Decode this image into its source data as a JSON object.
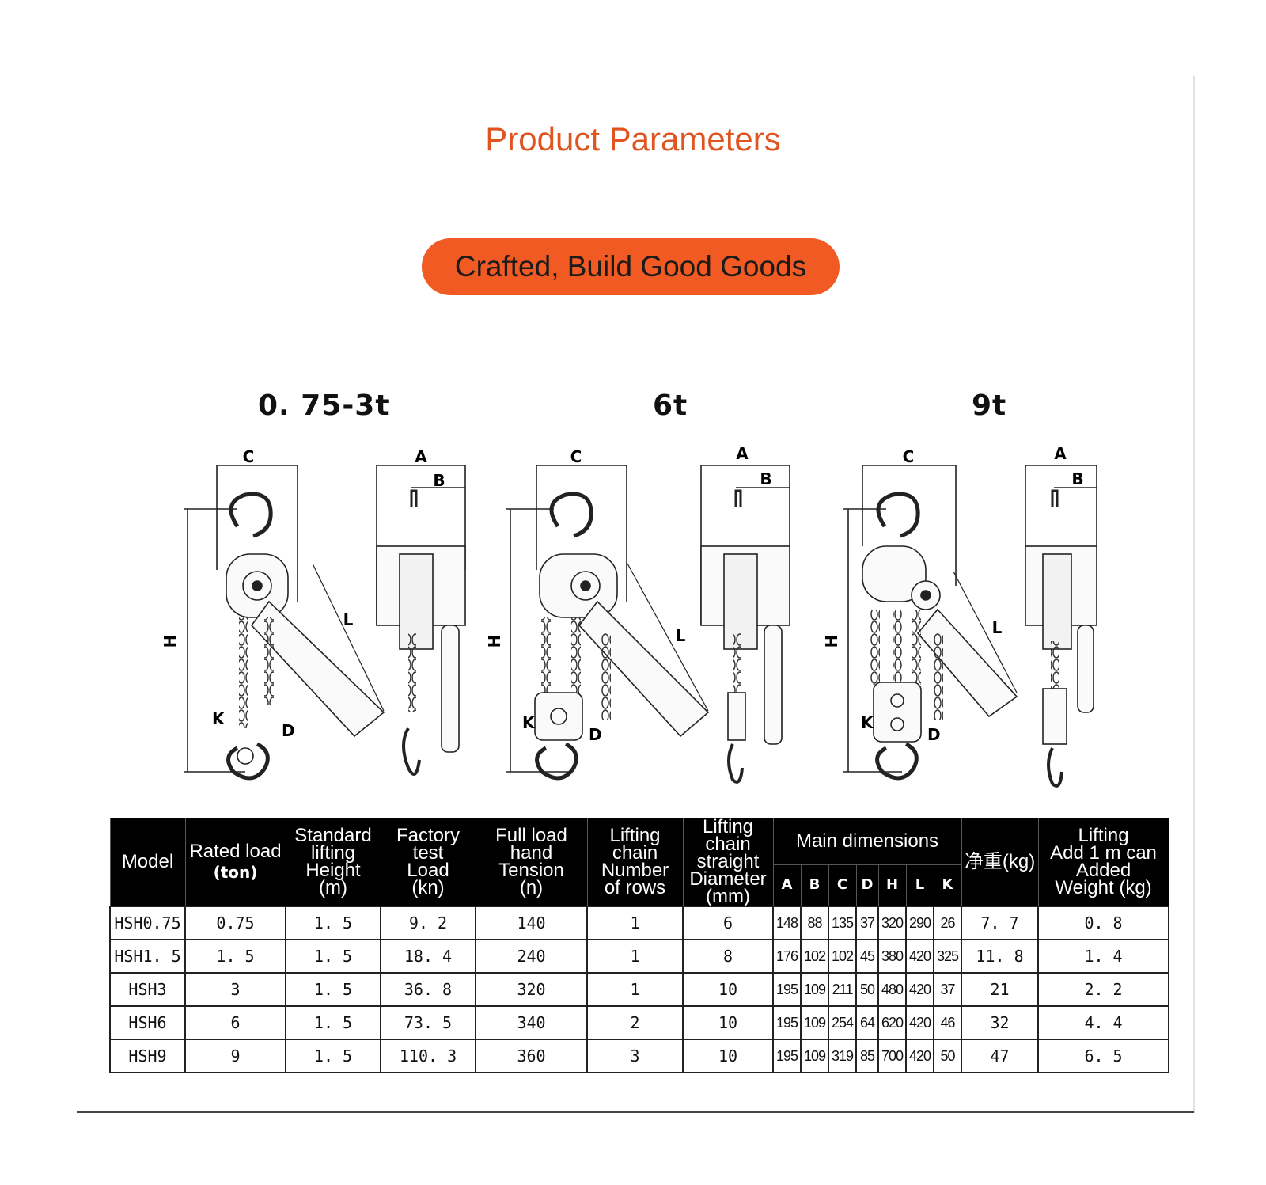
{
  "header": {
    "title": "Product Parameters",
    "slogan": "Crafted, Build Good Goods"
  },
  "drawing_groups": [
    {
      "label": "0. 75-3t"
    },
    {
      "label": "6t"
    },
    {
      "label": "9t"
    }
  ],
  "dimension_letters": {
    "a": "A",
    "b": "B",
    "c": "C",
    "d": "D",
    "h": "H",
    "k": "K",
    "l": "L"
  },
  "table": {
    "headers": {
      "model": "Model",
      "rated_load": "Rated load",
      "rated_load_unit": "(ton)",
      "standard_lifting": "Standard lifting",
      "height": "Height",
      "height_unit": "(m)",
      "factory_test": "Factory test",
      "load": "Load",
      "load_unit": "(kn)",
      "full_load_hand": "Full load hand",
      "tension": "Tension",
      "tension_unit": "(n)",
      "lifting_chain": "Lifting chain",
      "number": "Number",
      "of_rows": "of rows",
      "lifting_chain_straight": "Lifting chain straight",
      "diameter": "Diameter",
      "diameter_unit": "(mm)",
      "main_dimensions": "Main dimensions",
      "net_weight": "净重(kg)",
      "lifting": "Lifting",
      "add_1m": "Add 1 m can",
      "added": "Added",
      "weight": "Weight",
      "weight_unit": "(kg)"
    },
    "dimension_columns": [
      "A",
      "B",
      "C",
      "D",
      "H",
      "L",
      "K"
    ],
    "rows": [
      {
        "model": "HSH0.75",
        "rated_load": "0.75",
        "height": "1. 5",
        "test_load": "9. 2",
        "tension": "140",
        "rows": "1",
        "diameter": "6",
        "dims": [
          "148",
          "88",
          "135",
          "37",
          "320",
          "290",
          "26"
        ],
        "net_weight": "7. 7",
        "added_weight": "0. 8"
      },
      {
        "model": "HSH1. 5",
        "rated_load": "1. 5",
        "height": "1. 5",
        "test_load": "18. 4",
        "tension": "240",
        "rows": "1",
        "diameter": "8",
        "dims": [
          "176",
          "102",
          "102",
          "45",
          "380",
          "420",
          "325"
        ],
        "net_weight": "11. 8",
        "added_weight": "1. 4"
      },
      {
        "model": "HSH3",
        "rated_load": "3",
        "height": "1. 5",
        "test_load": "36. 8",
        "tension": "320",
        "rows": "1",
        "diameter": "10",
        "dims": [
          "195",
          "109",
          "211",
          "50",
          "480",
          "420",
          "37"
        ],
        "net_weight": "21",
        "added_weight": "2. 2"
      },
      {
        "model": "HSH6",
        "rated_load": "6",
        "height": "1. 5",
        "test_load": "73. 5",
        "tension": "340",
        "rows": "2",
        "diameter": "10",
        "dims": [
          "195",
          "109",
          "254",
          "64",
          "620",
          "420",
          "46"
        ],
        "net_weight": "32",
        "added_weight": "4. 4"
      },
      {
        "model": "HSH9",
        "rated_load": "9",
        "height": "1. 5",
        "test_load": "110. 3",
        "tension": "360",
        "rows": "3",
        "diameter": "10",
        "dims": [
          "195",
          "109",
          "319",
          "85",
          "700",
          "420",
          "50"
        ],
        "net_weight": "47",
        "added_weight": "6. 5"
      }
    ]
  }
}
